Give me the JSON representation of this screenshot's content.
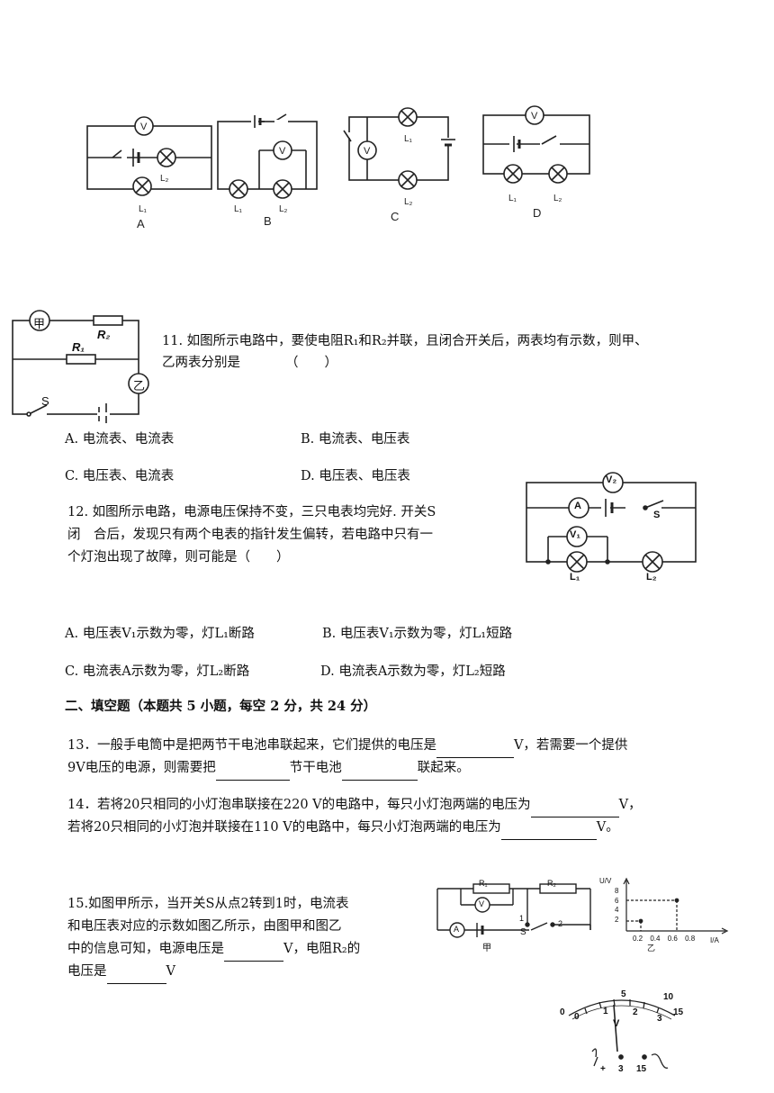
{
  "figures_top": {
    "A": {
      "caption": "A",
      "l1": "L₁",
      "l2": "L₂",
      "meter": "V"
    },
    "B": {
      "caption": "B",
      "l1": "L₁",
      "l2": "L₂",
      "meter": "V"
    },
    "C": {
      "caption": "C",
      "l1": "L₁",
      "l2": "L₂",
      "meter": "V"
    },
    "D": {
      "caption": "D",
      "l1": "L₁",
      "l2": "L₂",
      "meter": "V"
    }
  },
  "q11": {
    "fig": {
      "meter1": "甲",
      "meter2": "乙",
      "r1": "R₁",
      "r2": "R₂",
      "switch": "S"
    },
    "line1": "11. 如图所示电路中，要使电阻R₁和R₂并联，且闭合开关后，两表均有示数，则甲、",
    "line2": "乙两表分别是",
    "bracket": "（　　）",
    "options": {
      "A": "A. 电流表、电流表",
      "B": "B. 电流表、电压表",
      "C": "C. 电压表、电流表",
      "D": "D. 电压表、电压表"
    }
  },
  "q12": {
    "fig": {
      "v2": "V₂",
      "a": "A",
      "v1": "V₁",
      "switch": "S",
      "l1": "L₁",
      "l2": "L₂"
    },
    "line1": "12. 如图所示电路，电源电压保持不变，三只电表均完好. 开关S",
    "line2": "闭　合后，发现只有两个电表的指针发生偏转，若电路中只有一",
    "line3": "个灯泡出现了故障，则可能是（　　）",
    "options": {
      "A": "A. 电压表V₁示数为零，灯L₁断路",
      "B": "B. 电压表V₁示数为零，灯L₁短路",
      "C": "C. 电流表A示数为零，灯L₂断路",
      "D": "D. 电流表A示数为零，灯L₂短路"
    }
  },
  "section2": {
    "heading": "二、填空题（本题共 5 小题，每空 2 分，共 24 分）"
  },
  "q13": {
    "part1": "13．一般手电筒中是把两节干电池串联起来，它们提供的电压是",
    "part2": "V，若需要一个提供",
    "part3": "9V电压的电源，则需要把",
    "part4": "节干电池",
    "part5": "联起来。"
  },
  "q14": {
    "part1": "14．若将20只相同的小灯泡串联接在220 V的电路中，每只小灯泡两端的电压为",
    "part2": "V，",
    "part3": "若将20只相同的小灯泡并联接在110 V的电路中，每只小灯泡两端的电压为",
    "part4": "V。"
  },
  "q15": {
    "line1": "15.如图甲所示，当开关S从点2转到1时，电流表",
    "line2": "和电压表对应的示数如图乙所示，由图甲和图乙",
    "line3a": "中的信息可知，电源电压是",
    "line3b": "V，电阻R₂的",
    "line4a": "电压是",
    "line4b": "V",
    "fig_jia": {
      "caption": "甲",
      "r1": "R₁",
      "r2": "R₂",
      "v": "V",
      "a": "A",
      "s": "S",
      "p1": "1",
      "p2": "2"
    },
    "graph": {
      "caption": "乙",
      "ylabel": "U/V",
      "xlabel": "I/A",
      "y_ticks": [
        "8",
        "6",
        "4",
        "2"
      ],
      "x_ticks": [
        "0.2",
        "0.4",
        "0.6",
        "0.8"
      ]
    },
    "dial": {
      "top_ticks": [
        "0",
        "5",
        "10",
        "15"
      ],
      "bottom_ticks": [
        "0",
        "1",
        "2",
        "3"
      ],
      "unit": "V",
      "terminals": [
        "+",
        "3",
        "15"
      ]
    }
  }
}
